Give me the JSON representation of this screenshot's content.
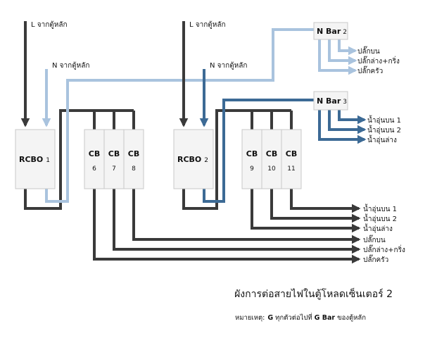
{
  "colors": {
    "live": "#3a3a3a",
    "neutral_1": "#a9c3de",
    "neutral_2": "#3c6a95",
    "box_fill": "#f4f4f4",
    "box_border": "#c8c8c8"
  },
  "source_labels": {
    "l1": "L จากตู้หลัก",
    "n1": "N จากตู้หลัก",
    "l2": "L จากตู้หลัก",
    "n2": "N จากตู้หลัก"
  },
  "rcbo1": {
    "name": "RCBO",
    "num": "1"
  },
  "rcbo2": {
    "name": "RCBO",
    "num": "2"
  },
  "cb_group1": [
    {
      "name": "CB",
      "num": "6"
    },
    {
      "name": "CB",
      "num": "7"
    },
    {
      "name": "CB",
      "num": "8"
    }
  ],
  "cb_group2": [
    {
      "name": "CB",
      "num": "9"
    },
    {
      "name": "CB",
      "num": "10"
    },
    {
      "name": "CB",
      "num": "11"
    }
  ],
  "nbar2": {
    "name": "N Bar",
    "num": "2",
    "outputs": [
      "ปลั๊กบน",
      "ปลั๊กล่าง+กริ่ง",
      "ปลั๊กครัว"
    ]
  },
  "nbar3": {
    "name": "N Bar",
    "num": "3",
    "outputs": [
      "น้ำอุ่นบน 1",
      "น้ำอุ่นบน 2",
      "น้ำอุ่นล่าง"
    ]
  },
  "cb_outputs": [
    "น้ำอุ่นบน 1",
    "น้ำอุ่นบน 2",
    "น้ำอุ่นล่าง",
    "ปลั๊กบน",
    "ปลั๊กล่าง+กริ่ง",
    "ปลั๊กครัว"
  ],
  "title": "ผังการต่อสายไฟในตู้โหลดเซ็นเตอร์ 2",
  "note": {
    "prefix": "หมายเหตุ:",
    "g1": "G",
    "middle": " ทุกตัวต่อไปที่ ",
    "g2": "G Bar",
    "suffix": " ของตู้หลัก"
  }
}
